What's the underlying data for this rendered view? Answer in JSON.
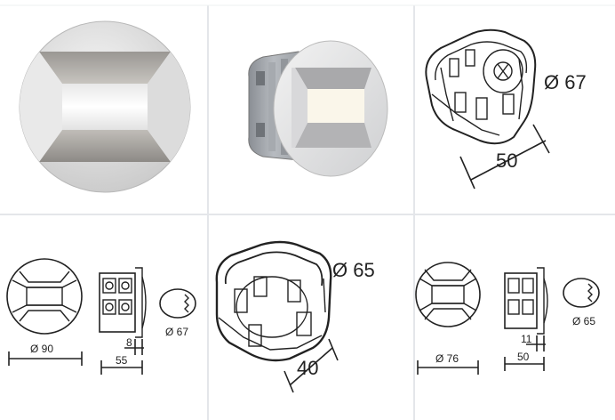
{
  "product_photos": [
    {
      "name": "front-view",
      "alt": "round wall light front"
    },
    {
      "name": "angled-view",
      "alt": "wall light with mounting box"
    }
  ],
  "mounting_box_large": {
    "diameter_label": "Ø 67",
    "depth_label": "50"
  },
  "drawing_a": {
    "front_diameter": "Ø 90",
    "depth": "55",
    "lip": "8",
    "cutout": "Ø 67"
  },
  "mounting_box_small": {
    "diameter_label": "Ø 65",
    "depth_label": "40"
  },
  "drawing_b": {
    "front_diameter": "Ø 76",
    "depth": "50",
    "lip": "11",
    "cutout": "Ø 65"
  },
  "colors": {
    "divider": "#e4e6ea",
    "metal": "#bfc0c2",
    "line": "#222222"
  }
}
